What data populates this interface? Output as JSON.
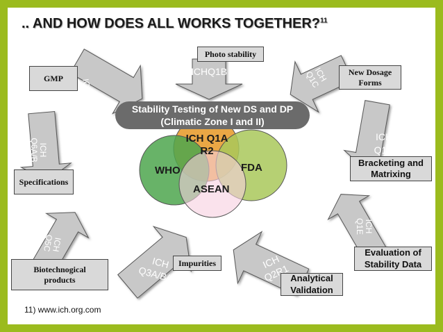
{
  "title": {
    "text": ".. AND HOW DOES ALL WORKS TOGETHER?",
    "footnote_ref": "11"
  },
  "center": {
    "banner_line1": "Stability Testing of New DS and DP",
    "banner_line2": "(Climatic Zone I and II)",
    "ich_line1": "ICH Q1A",
    "ich_line2": "R2",
    "who": "WHO",
    "fda": "FDA",
    "asean": "ASEAN"
  },
  "boxes": {
    "photo": "Photo stability",
    "gmp": "GMP",
    "new_dosage": "New Dosage Forms",
    "specifications": "Specifications",
    "bracketing": "Bracketing and Matrixing",
    "evaluation": "Evaluation of Stability Data",
    "impurities": "Impurities",
    "analytical": "Analytical Validation",
    "biotech": "Biotechnogical products"
  },
  "arrows": {
    "q1b": "ICHQ1B",
    "q1c": "ICH Q1C",
    "q1d": "ICH Q1D",
    "q1e": "ICH Q1E",
    "q2r1": "ICH Q2R1",
    "q3": "ICH Q3A/B/C",
    "q5c": "ICH Q5C",
    "q6ab": "ICH Q6A/B",
    "q7a": "ICH Q7A"
  },
  "footnote": "11) www.ich.org.com",
  "colors": {
    "arrow_fill": "#c8c8c8",
    "banner_fill": "#6b6b6b",
    "ich_circle": "#e9a23b",
    "who_circle": "#4da64d",
    "fda_circle": "#a9c85a",
    "asean_circle": "#f7cfe0",
    "frame": "#9bbb1e"
  }
}
